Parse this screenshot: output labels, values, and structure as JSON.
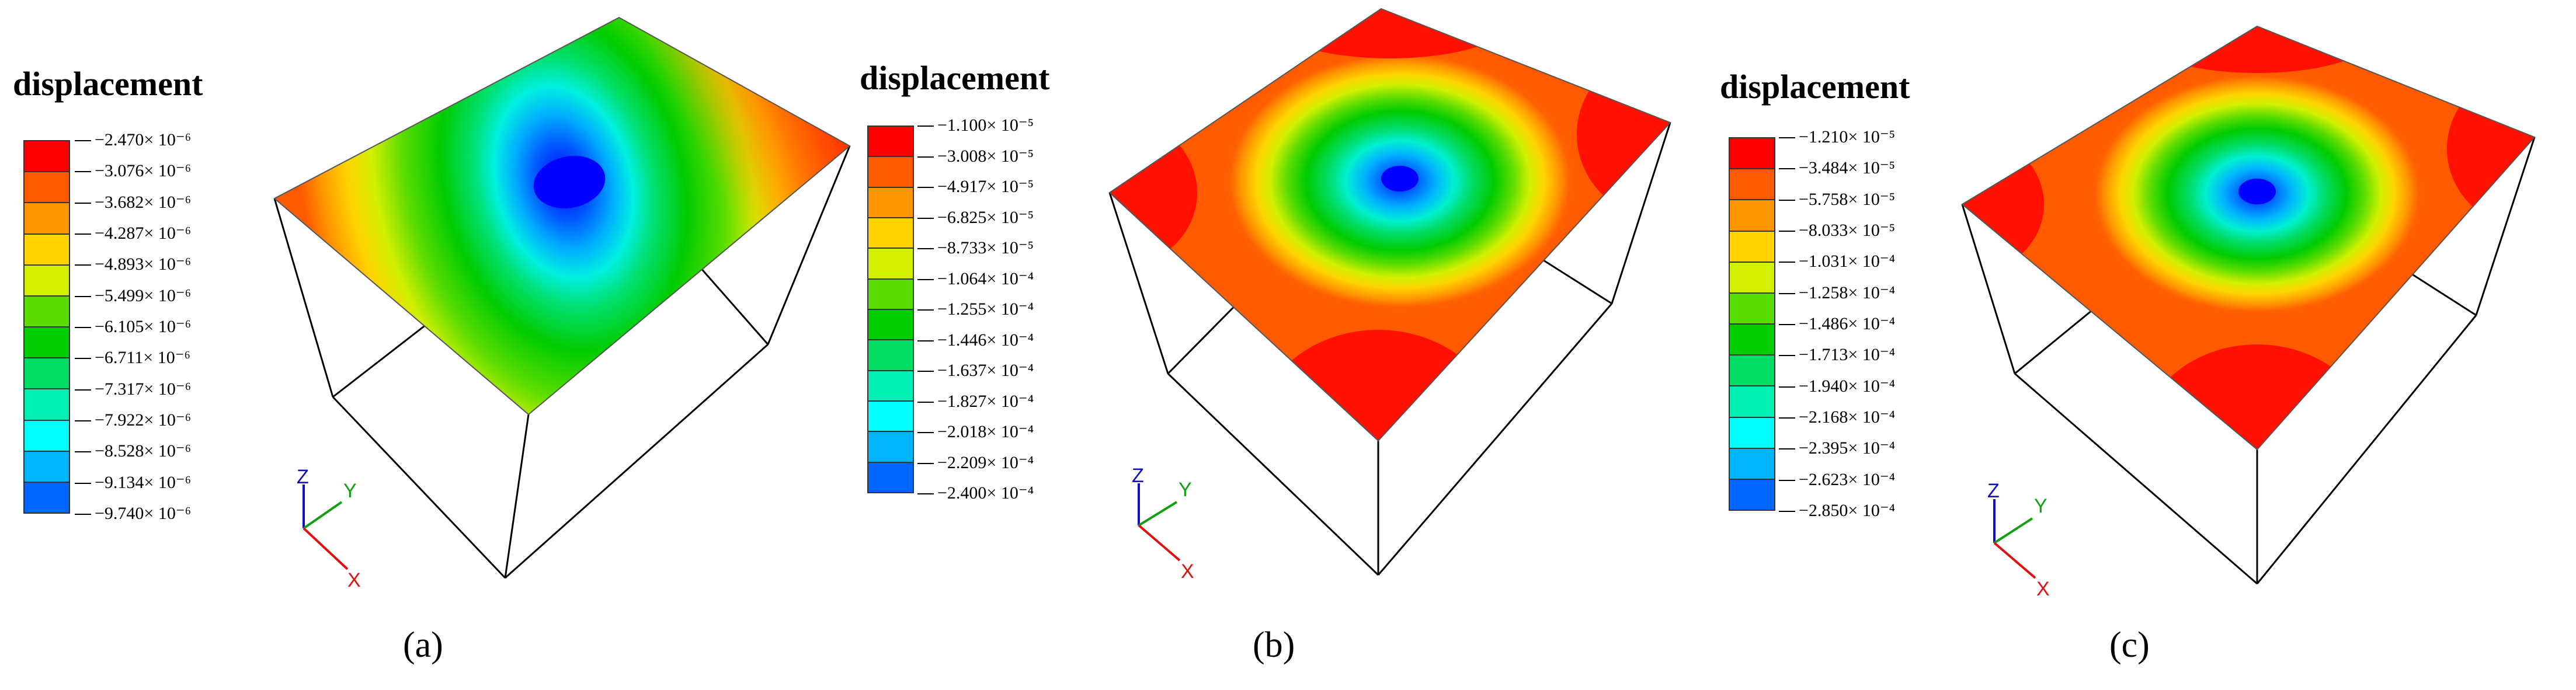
{
  "panels": [
    {
      "id": "a",
      "caption": "(a)",
      "legend_title": "displacement",
      "labels": [
        "−2.470× 10⁻⁶",
        "−3.076× 10⁻⁶",
        "−3.682× 10⁻⁶",
        "−4.287× 10⁻⁶",
        "−4.893× 10⁻⁶",
        "−5.499× 10⁻⁶",
        "−6.105× 10⁻⁶",
        "−6.711× 10⁻⁶",
        "−7.317× 10⁻⁶",
        "−7.922× 10⁻⁶",
        "−8.528× 10⁻⁶",
        "−9.134× 10⁻⁶",
        "−9.740× 10⁻⁶"
      ],
      "axes": {
        "z": "Z",
        "y": "Y",
        "x": "X"
      }
    },
    {
      "id": "b",
      "caption": "(b)",
      "legend_title": "displacement",
      "labels": [
        "−1.100× 10⁻⁵",
        "−3.008× 10⁻⁵",
        "−4.917× 10⁻⁵",
        "−6.825× 10⁻⁵",
        "−8.733× 10⁻⁵",
        "−1.064× 10⁻⁴",
        "−1.255× 10⁻⁴",
        "−1.446× 10⁻⁴",
        "−1.637× 10⁻⁴",
        "−1.827× 10⁻⁴",
        "−2.018× 10⁻⁴",
        "−2.209× 10⁻⁴",
        "−2.400× 10⁻⁴"
      ],
      "axes": {
        "z": "Z",
        "y": "Y",
        "x": "X"
      }
    },
    {
      "id": "c",
      "caption": "(c)",
      "legend_title": "displacement",
      "labels": [
        "−1.210× 10⁻⁵",
        "−3.484× 10⁻⁵",
        "−5.758× 10⁻⁵",
        "−8.033× 10⁻⁵",
        "−1.031× 10⁻⁴",
        "−1.258× 10⁻⁴",
        "−1.486× 10⁻⁴",
        "−1.713× 10⁻⁴",
        "−1.940× 10⁻⁴",
        "−2.168× 10⁻⁴",
        "−2.395× 10⁻⁴",
        "−2.623× 10⁻⁴",
        "−2.850× 10⁻⁴"
      ],
      "axes": {
        "z": "Z",
        "y": "Y",
        "x": "X"
      }
    }
  ],
  "colormap": [
    "#ff0000",
    "#ff5a00",
    "#ff9600",
    "#ffd200",
    "#d2f000",
    "#5adc00",
    "#00cc00",
    "#00dc64",
    "#00f0b4",
    "#00ffff",
    "#00b4ff",
    "#0064ff",
    "#0000ff"
  ],
  "axis_colors": {
    "x": "#e01010",
    "y": "#10a010",
    "z": "#1010c0"
  }
}
